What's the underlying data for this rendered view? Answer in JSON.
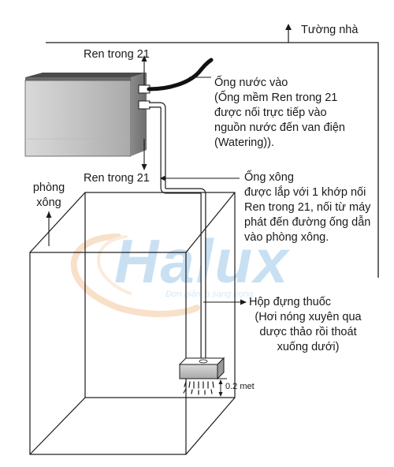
{
  "labels": {
    "wall": "Tường nhà",
    "thread_top": "Ren trong 21",
    "thread_bottom": "Ren trong 21",
    "water_in": {
      "line1": "Ống nước vào",
      "line2": "(Ống mềm Ren trong 21",
      "line3": "được nối trực tiếp vào",
      "line4": "nguồn nước đến van điện",
      "line5": "(Watering))."
    },
    "steam_pipe": {
      "line1": "Ống xông",
      "line2": "được lắp với 1 khớp nối",
      "line3": "Ren trong 21, nối từ máy",
      "line4": "phát đến đường ống dẫn",
      "line5": "vào phòng xông."
    },
    "room": {
      "line1": "phòng",
      "line2": "xông"
    },
    "herb_box": {
      "line1": "Hộp đựng thuốc",
      "line2": "(Hơi nóng xuyên qua",
      "line3": "dược thảo rồi thoát",
      "line4": "xuống dưới)"
    },
    "distance": "0.2 met"
  },
  "watermark": {
    "brand": "Halux",
    "slogan": "Đơn giản là sang trọng",
    "colors": {
      "brand": "#9cc7e8",
      "swoosh": "#f3c79e",
      "slogan": "#b9d6ee"
    }
  },
  "colors": {
    "line": "#1a1a1a",
    "box_fill": "#c8c8c8",
    "box_top": "#5a5a5a",
    "pipe": "#ffffff"
  }
}
